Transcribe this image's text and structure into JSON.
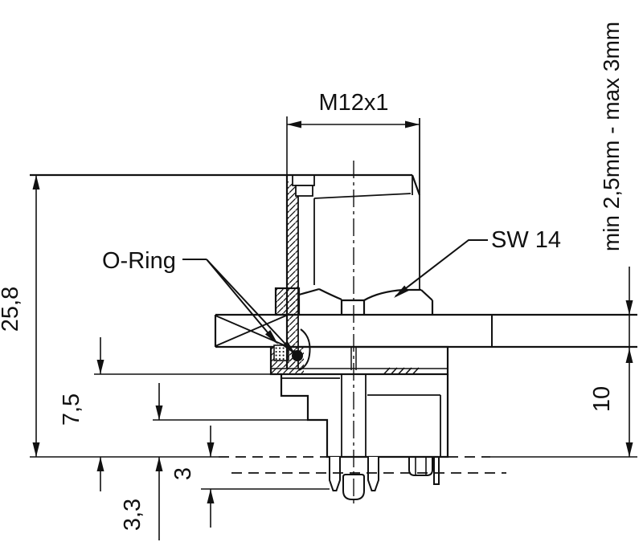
{
  "drawing": {
    "background": "#ffffff",
    "line_color": "#111111",
    "labels": {
      "thread_size": "M12x1",
      "wrench_size": "SW 14",
      "o_ring": "O-Ring",
      "panel_thickness_range": "min 2,5mm - max 3mm"
    },
    "dimensions": {
      "overall_height": "25,8",
      "rear_height": "7,5",
      "step_height": "3,3",
      "pin_protrusion": "3",
      "depth_below_panel": "10"
    }
  }
}
